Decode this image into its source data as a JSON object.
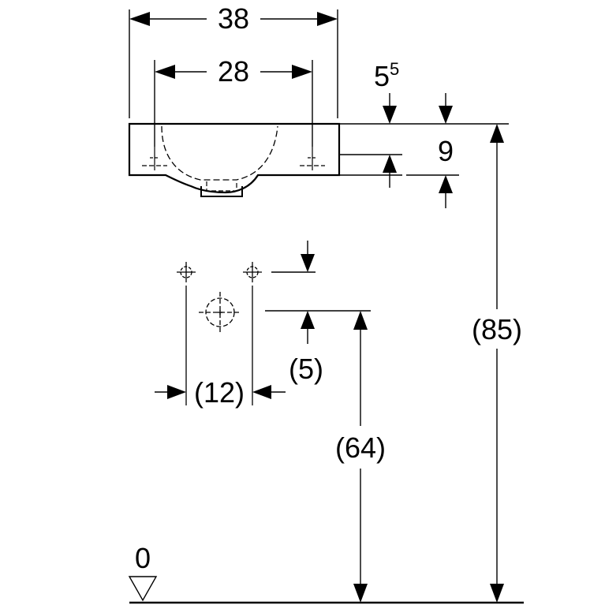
{
  "dimensions": {
    "basin_width": "38",
    "tap_hole_spacing": "28",
    "rim_thickness_main": "5",
    "rim_thickness_sup": "5",
    "bowl_depth": "9",
    "supply_spacing": "(12)",
    "supply_offset": "(5)",
    "drain_height": "(64)",
    "rim_height": "(85)",
    "floor_level": "0"
  }
}
